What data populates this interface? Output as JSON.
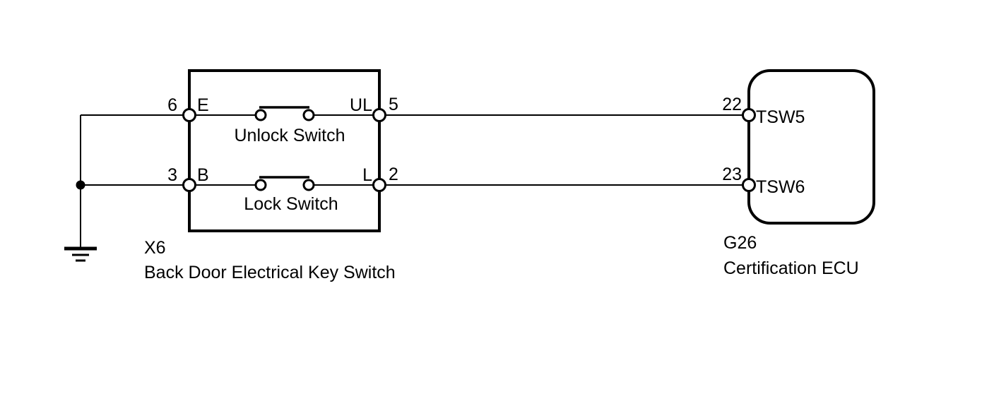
{
  "diagram": {
    "type": "automotive-wiring-diagram",
    "colors": {
      "line": "#000000",
      "background": "#ffffff"
    },
    "key_switch": {
      "id": "X6",
      "name": "Back Door Electrical Key Switch",
      "rows": [
        {
          "pin_left_outer": "6",
          "pin_left_inner": "E",
          "label": "Unlock Switch",
          "pin_right_inner": "UL",
          "pin_right_outer": "5"
        },
        {
          "pin_left_outer": "3",
          "pin_left_inner": "B",
          "label": "Lock Switch",
          "pin_right_inner": "L",
          "pin_right_outer": "2"
        }
      ]
    },
    "ecu": {
      "id": "G26",
      "name": "Certification ECU",
      "pins": [
        {
          "number": "22",
          "name": "TSW5"
        },
        {
          "number": "23",
          "name": "TSW6"
        }
      ]
    },
    "connections": [
      "ground — X6:6 (E)",
      "ground — X6:3 (B)",
      "X6:5 (UL) — G26:22 (TSW5)",
      "X6:2 (L) — G26:23 (TSW6)"
    ]
  }
}
